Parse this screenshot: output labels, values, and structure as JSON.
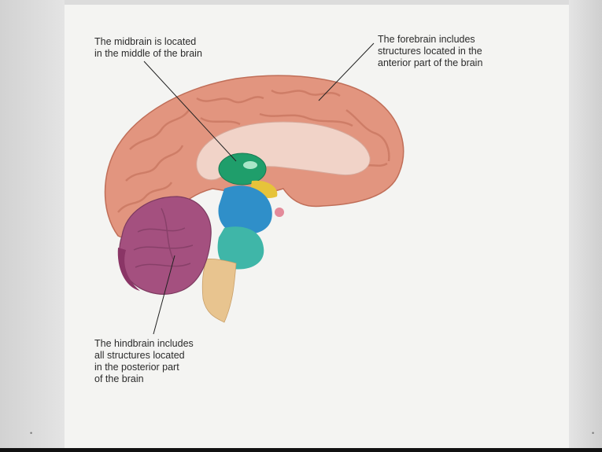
{
  "labels": {
    "midbrain": "The midbrain is located\nin the middle of the brain",
    "forebrain": "The forebrain includes\nstructures located in the\nanterior part of the brain",
    "hindbrain": "The hindbrain includes\nall structures located\nin the posterior part\nof the brain"
  },
  "nav": {
    "left_marker": "•",
    "right_marker": "•"
  },
  "colors": {
    "forebrain": "#e2957f",
    "midbrain": "#1f9e6b",
    "hindbrain_cerebellum": "#a4507f",
    "pons": "#2f8fc9",
    "medulla": "#3fb6a8",
    "spinal_cord": "#e8c48f",
    "corpus_callosum": "#f1d3c8"
  }
}
